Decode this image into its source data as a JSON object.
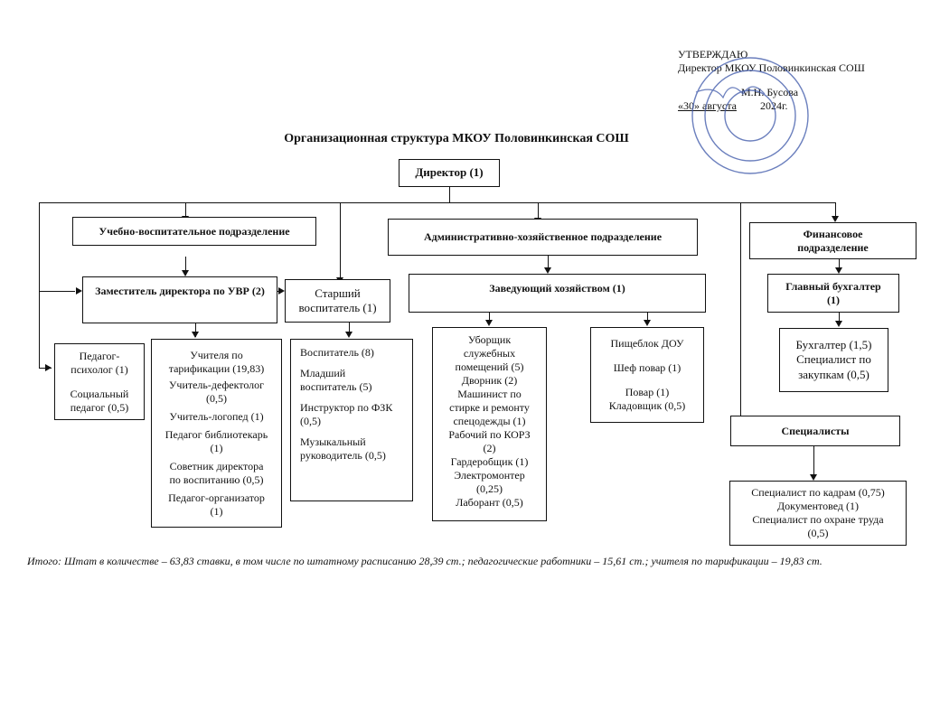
{
  "approval": {
    "line1": "УТВЕРЖДАЮ",
    "line2": "Директор МКОУ Половинкинская СОШ",
    "signature_name": "М.Н. Бусова",
    "date_day": "«30» августа",
    "date_year": "2024г."
  },
  "title": "Организационная структура МКОУ Половинкинская СОШ",
  "director": "Директор (1)",
  "edu_division": "Учебно-воспитательное подразделение",
  "deputy": "Заместитель директора по УВР (2)",
  "senior_educator": "Старший\nвоспитатель (1)",
  "admin_division": "Административно-хозяйственное подразделение",
  "housekeeper": "Заведующий хозяйством (1)",
  "finance_division": "Финансовое\nподразделение",
  "chief_accountant": "Главный бухгалтер\n(1)",
  "specialists": "Специалисты",
  "psych_box": [
    "Педагог-\nпсихолог (1)",
    "Социальный\nпедагог (0,5)"
  ],
  "teachers_box": [
    "Учителя по\nтарификации (19,83)",
    "Учитель-дефектолог\n(0,5)",
    "Учитель-логопед (1)",
    "Педагог библиотекарь\n(1)",
    "Советник директора\nпо воспитанию (0,5)",
    "Педагог-организатор\n(1)"
  ],
  "educators_box": [
    "Воспитатель (8)",
    "Младший\nвоспитатель (5)",
    "Инструктор по ФЗК\n(0,5)",
    "Музыкальный\nруководитель (0,5)"
  ],
  "cleaners_box": "Уборщик\nслужебных\nпомещений (5)\nДворник (2)\nМашинист по\nстирке и ремонту\nспецодежды (1)\nРабочий по КОРЗ\n(2)\nГардеробщик (1)\nЭлектромонтер\n(0,25)\nЛаборант (0,5)",
  "kitchen_box": [
    "Пищеблок ДОУ",
    "Шеф повар (1)",
    "Повар (1)\nКладовщик (0,5)"
  ],
  "accountant_box": "Бухгалтер (1,5)\nСпециалист по\nзакупкам (0,5)",
  "specialists_box": "Специалист по кадрам (0,75)\nДокументовед (1)\nСпециалист по охране труда\n(0,5)",
  "total": "Итого: Штат в количестве – 63,83 ставки, в том числе по штатному расписанию 28,39 ст.; педагогические работники –  15,61 ст.; учителя по тарификации – 19,83 ст.",
  "colors": {
    "ink": "#111111",
    "stamp": "#3a55a8"
  }
}
